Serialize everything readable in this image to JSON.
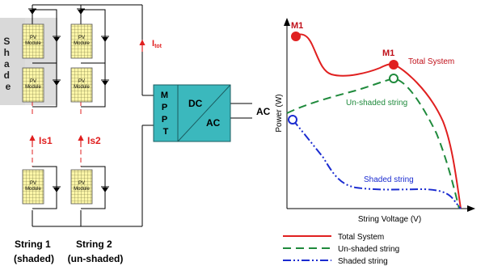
{
  "left_diagram": {
    "shade_label": "Shade",
    "module_label_line1": "PV",
    "module_label_line2": "Module",
    "current_total": "I",
    "current_total_sub": "tot",
    "current_string1": "Is1",
    "current_string2": "Is2",
    "mppt_letters": [
      "M",
      "P",
      "P",
      "T"
    ],
    "converter_dc": "DC",
    "converter_ac": "AC",
    "output_label": "AC",
    "string1_name": "String 1",
    "string1_state": "(shaded)",
    "string2_name": "String 2",
    "string2_state": "(un-shaded)"
  },
  "chart": {
    "ylabel": "Power (W)",
    "xlabel": "String Voltage (V)",
    "annot_m1_global": "M1",
    "annot_m1_local": "M1",
    "label_total": "Total System",
    "label_unshaded": "Un-shaded string",
    "label_shaded": "Shaded string"
  },
  "legend": {
    "items": [
      {
        "label": "Total System",
        "color": "#e02020",
        "style": "solid"
      },
      {
        "label": "Un-shaded string",
        "color": "#1f8a3c",
        "style": "dashed"
      },
      {
        "label": "Shaded string",
        "color": "#1a2bd0",
        "style": "dashdotdot"
      }
    ]
  },
  "colors": {
    "total": "#e02020",
    "unshaded": "#1f8a3c",
    "shaded": "#1a2bd0",
    "module_fill": "#fcf6a8",
    "converter_fill": "#3bb8bd",
    "shade_fill": "#d9d9d9",
    "current_label": "#e02020"
  }
}
